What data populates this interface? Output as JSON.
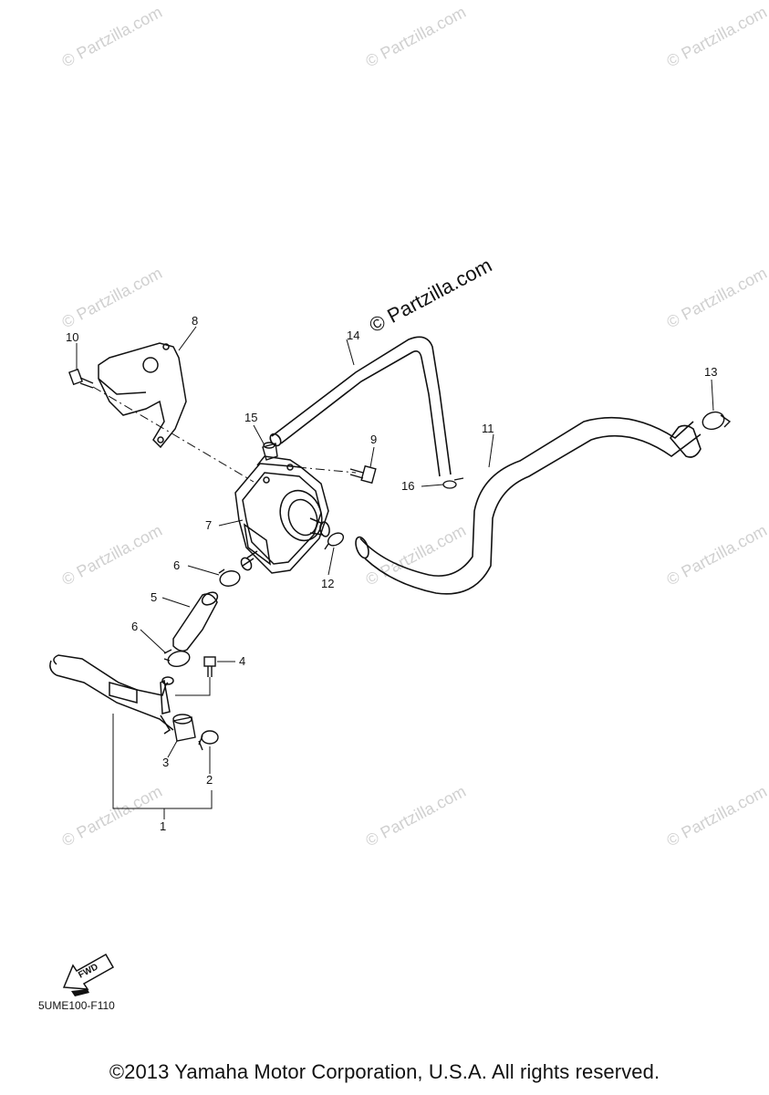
{
  "watermark": "© Partzilla.com",
  "main_watermark": "© Partzilla.com",
  "diagram_code": "5UME100-F110",
  "copyright": "©2013 Yamaha Motor Corporation, U.S.A. All rights reserved.",
  "fwd_label": "FWD",
  "callouts": [
    {
      "id": "p1",
      "label": "1"
    },
    {
      "id": "p2",
      "label": "2"
    },
    {
      "id": "p3",
      "label": "3"
    },
    {
      "id": "p4",
      "label": "4"
    },
    {
      "id": "p5",
      "label": "5"
    },
    {
      "id": "p6a",
      "label": "6"
    },
    {
      "id": "p6b",
      "label": "6"
    },
    {
      "id": "p7",
      "label": "7"
    },
    {
      "id": "p8",
      "label": "8"
    },
    {
      "id": "p9",
      "label": "9"
    },
    {
      "id": "p10",
      "label": "10"
    },
    {
      "id": "p11",
      "label": "11"
    },
    {
      "id": "p12",
      "label": "12"
    },
    {
      "id": "p13",
      "label": "13"
    },
    {
      "id": "p14",
      "label": "14"
    },
    {
      "id": "p15",
      "label": "15"
    },
    {
      "id": "p16",
      "label": "16"
    }
  ]
}
